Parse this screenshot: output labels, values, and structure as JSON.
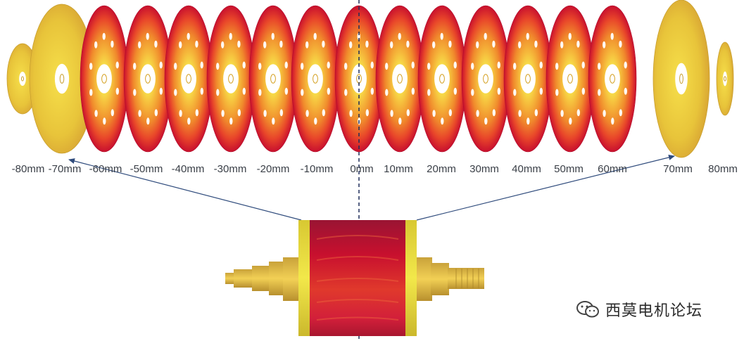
{
  "slices": [
    {
      "label": "-80mm",
      "kind": "end"
    },
    {
      "label": "-70mm",
      "kind": "end"
    },
    {
      "label": "-60mm",
      "kind": "core"
    },
    {
      "label": "-50mm",
      "kind": "core"
    },
    {
      "label": "-40mm",
      "kind": "core"
    },
    {
      "label": "-30mm",
      "kind": "core"
    },
    {
      "label": "-20mm",
      "kind": "core"
    },
    {
      "label": "-10mm",
      "kind": "core"
    },
    {
      "label": "0mm",
      "kind": "core"
    },
    {
      "label": "10mm",
      "kind": "core"
    },
    {
      "label": "20mm",
      "kind": "core"
    },
    {
      "label": "30mm",
      "kind": "core"
    },
    {
      "label": "40mm",
      "kind": "core"
    },
    {
      "label": "50mm",
      "kind": "core"
    },
    {
      "label": "60mm",
      "kind": "core"
    },
    {
      "label": "70mm",
      "kind": "end"
    },
    {
      "label": "80mm",
      "kind": "end"
    }
  ],
  "watermark": {
    "text": "西莫电机论坛",
    "icon": "wechat-icon"
  },
  "colors": {
    "hot_dark": "#c8102e",
    "hot": "#e8452a",
    "warm": "#f08a2c",
    "mid": "#f5b63a",
    "cool": "#f2e14a",
    "end_plate": "#e8c43a",
    "arrow": "#2f4b7c",
    "centerline": "#1f2d5a"
  }
}
